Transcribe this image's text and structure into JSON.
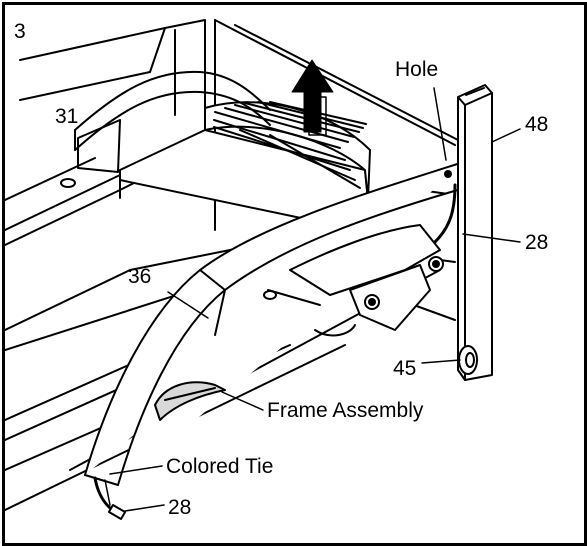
{
  "step_number": "3",
  "parts": {
    "p31": "31",
    "hole": "Hole",
    "p48": "48",
    "p28_top": "28",
    "p36": "36",
    "p45": "45",
    "frame_assembly": "Frame Assembly",
    "colored_tie": "Colored Tie",
    "p28_bottom": "28"
  },
  "colors": {
    "ink": "#000000",
    "paper": "#ffffff",
    "shade": "#d9d9d9"
  }
}
